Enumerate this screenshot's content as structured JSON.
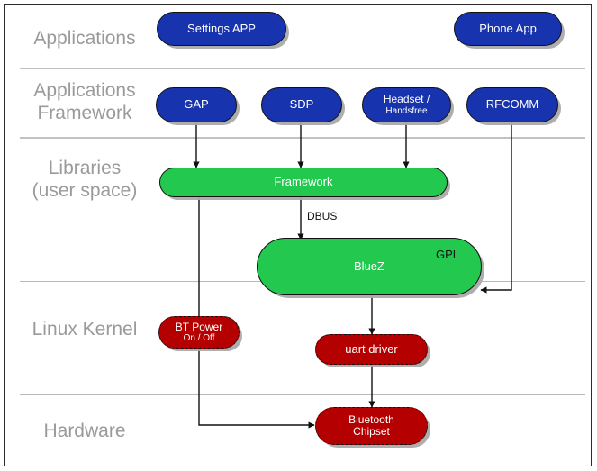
{
  "diagram": {
    "title": "Bluetooth / BlueZ Android stack layer diagram",
    "colors": {
      "app_node": "#1733ad",
      "library_node": "#22c94e",
      "kernel_node": "#b40000",
      "divider": "#c2c2c2",
      "layer_label": "#9a9a9a",
      "frame": "#2b2b2b",
      "wire": "#111111"
    },
    "layers": [
      {
        "id": "applications",
        "label": "Applications"
      },
      {
        "id": "applications-framework",
        "label": "Applications\nFramework"
      },
      {
        "id": "libraries",
        "label": "Libraries\n(user space)"
      },
      {
        "id": "linux-kernel",
        "label": "Linux Kernel"
      },
      {
        "id": "hardware",
        "label": "Hardware"
      }
    ],
    "nodes": [
      {
        "id": "settings-app",
        "label": "Settings APP",
        "kind": "blue",
        "layer": "applications"
      },
      {
        "id": "phone-app",
        "label": "Phone App",
        "kind": "blue",
        "layer": "applications"
      },
      {
        "id": "gap",
        "label": "GAP",
        "kind": "blue",
        "layer": "applications-framework"
      },
      {
        "id": "sdp",
        "label": "SDP",
        "kind": "blue",
        "layer": "applications-framework"
      },
      {
        "id": "headset-handsfree",
        "label": "Headset /",
        "label2": "Handsfree",
        "kind": "blue",
        "layer": "applications-framework"
      },
      {
        "id": "rfcomm",
        "label": "RFCOMM",
        "kind": "blue",
        "layer": "applications-framework"
      },
      {
        "id": "framework",
        "label": "Framework",
        "kind": "green",
        "layer": "libraries"
      },
      {
        "id": "bluez",
        "label": "BlueZ",
        "badge": "GPL",
        "kind": "green",
        "layer": "libraries"
      },
      {
        "id": "bt-power",
        "label": "BT Power",
        "label2": "On / Off",
        "kind": "red",
        "layer": "linux-kernel"
      },
      {
        "id": "uart-driver",
        "label": "uart driver",
        "kind": "red",
        "layer": "linux-kernel"
      },
      {
        "id": "bluetooth-chipset",
        "label": "Bluetooth",
        "label2": "Chipset",
        "kind": "red",
        "layer": "hardware"
      }
    ],
    "edges": [
      {
        "id": "gap-to-framework",
        "from": "gap",
        "to": "framework",
        "label": ""
      },
      {
        "id": "sdp-to-framework",
        "from": "sdp",
        "to": "framework",
        "label": ""
      },
      {
        "id": "headset-to-framework",
        "from": "headset-handsfree",
        "to": "framework",
        "label": ""
      },
      {
        "id": "framework-to-bluez",
        "from": "framework",
        "to": "bluez",
        "label": "DBUS"
      },
      {
        "id": "rfcomm-to-bluez",
        "from": "rfcomm",
        "to": "bluez",
        "label": ""
      },
      {
        "id": "bluez-to-uart-driver",
        "from": "bluez",
        "to": "uart-driver",
        "label": ""
      },
      {
        "id": "uart-driver-to-chipset",
        "from": "uart-driver",
        "to": "bluetooth-chipset",
        "label": ""
      },
      {
        "id": "framework-to-chipset",
        "from": "framework",
        "to": "bluetooth-chipset",
        "label": ""
      }
    ]
  }
}
